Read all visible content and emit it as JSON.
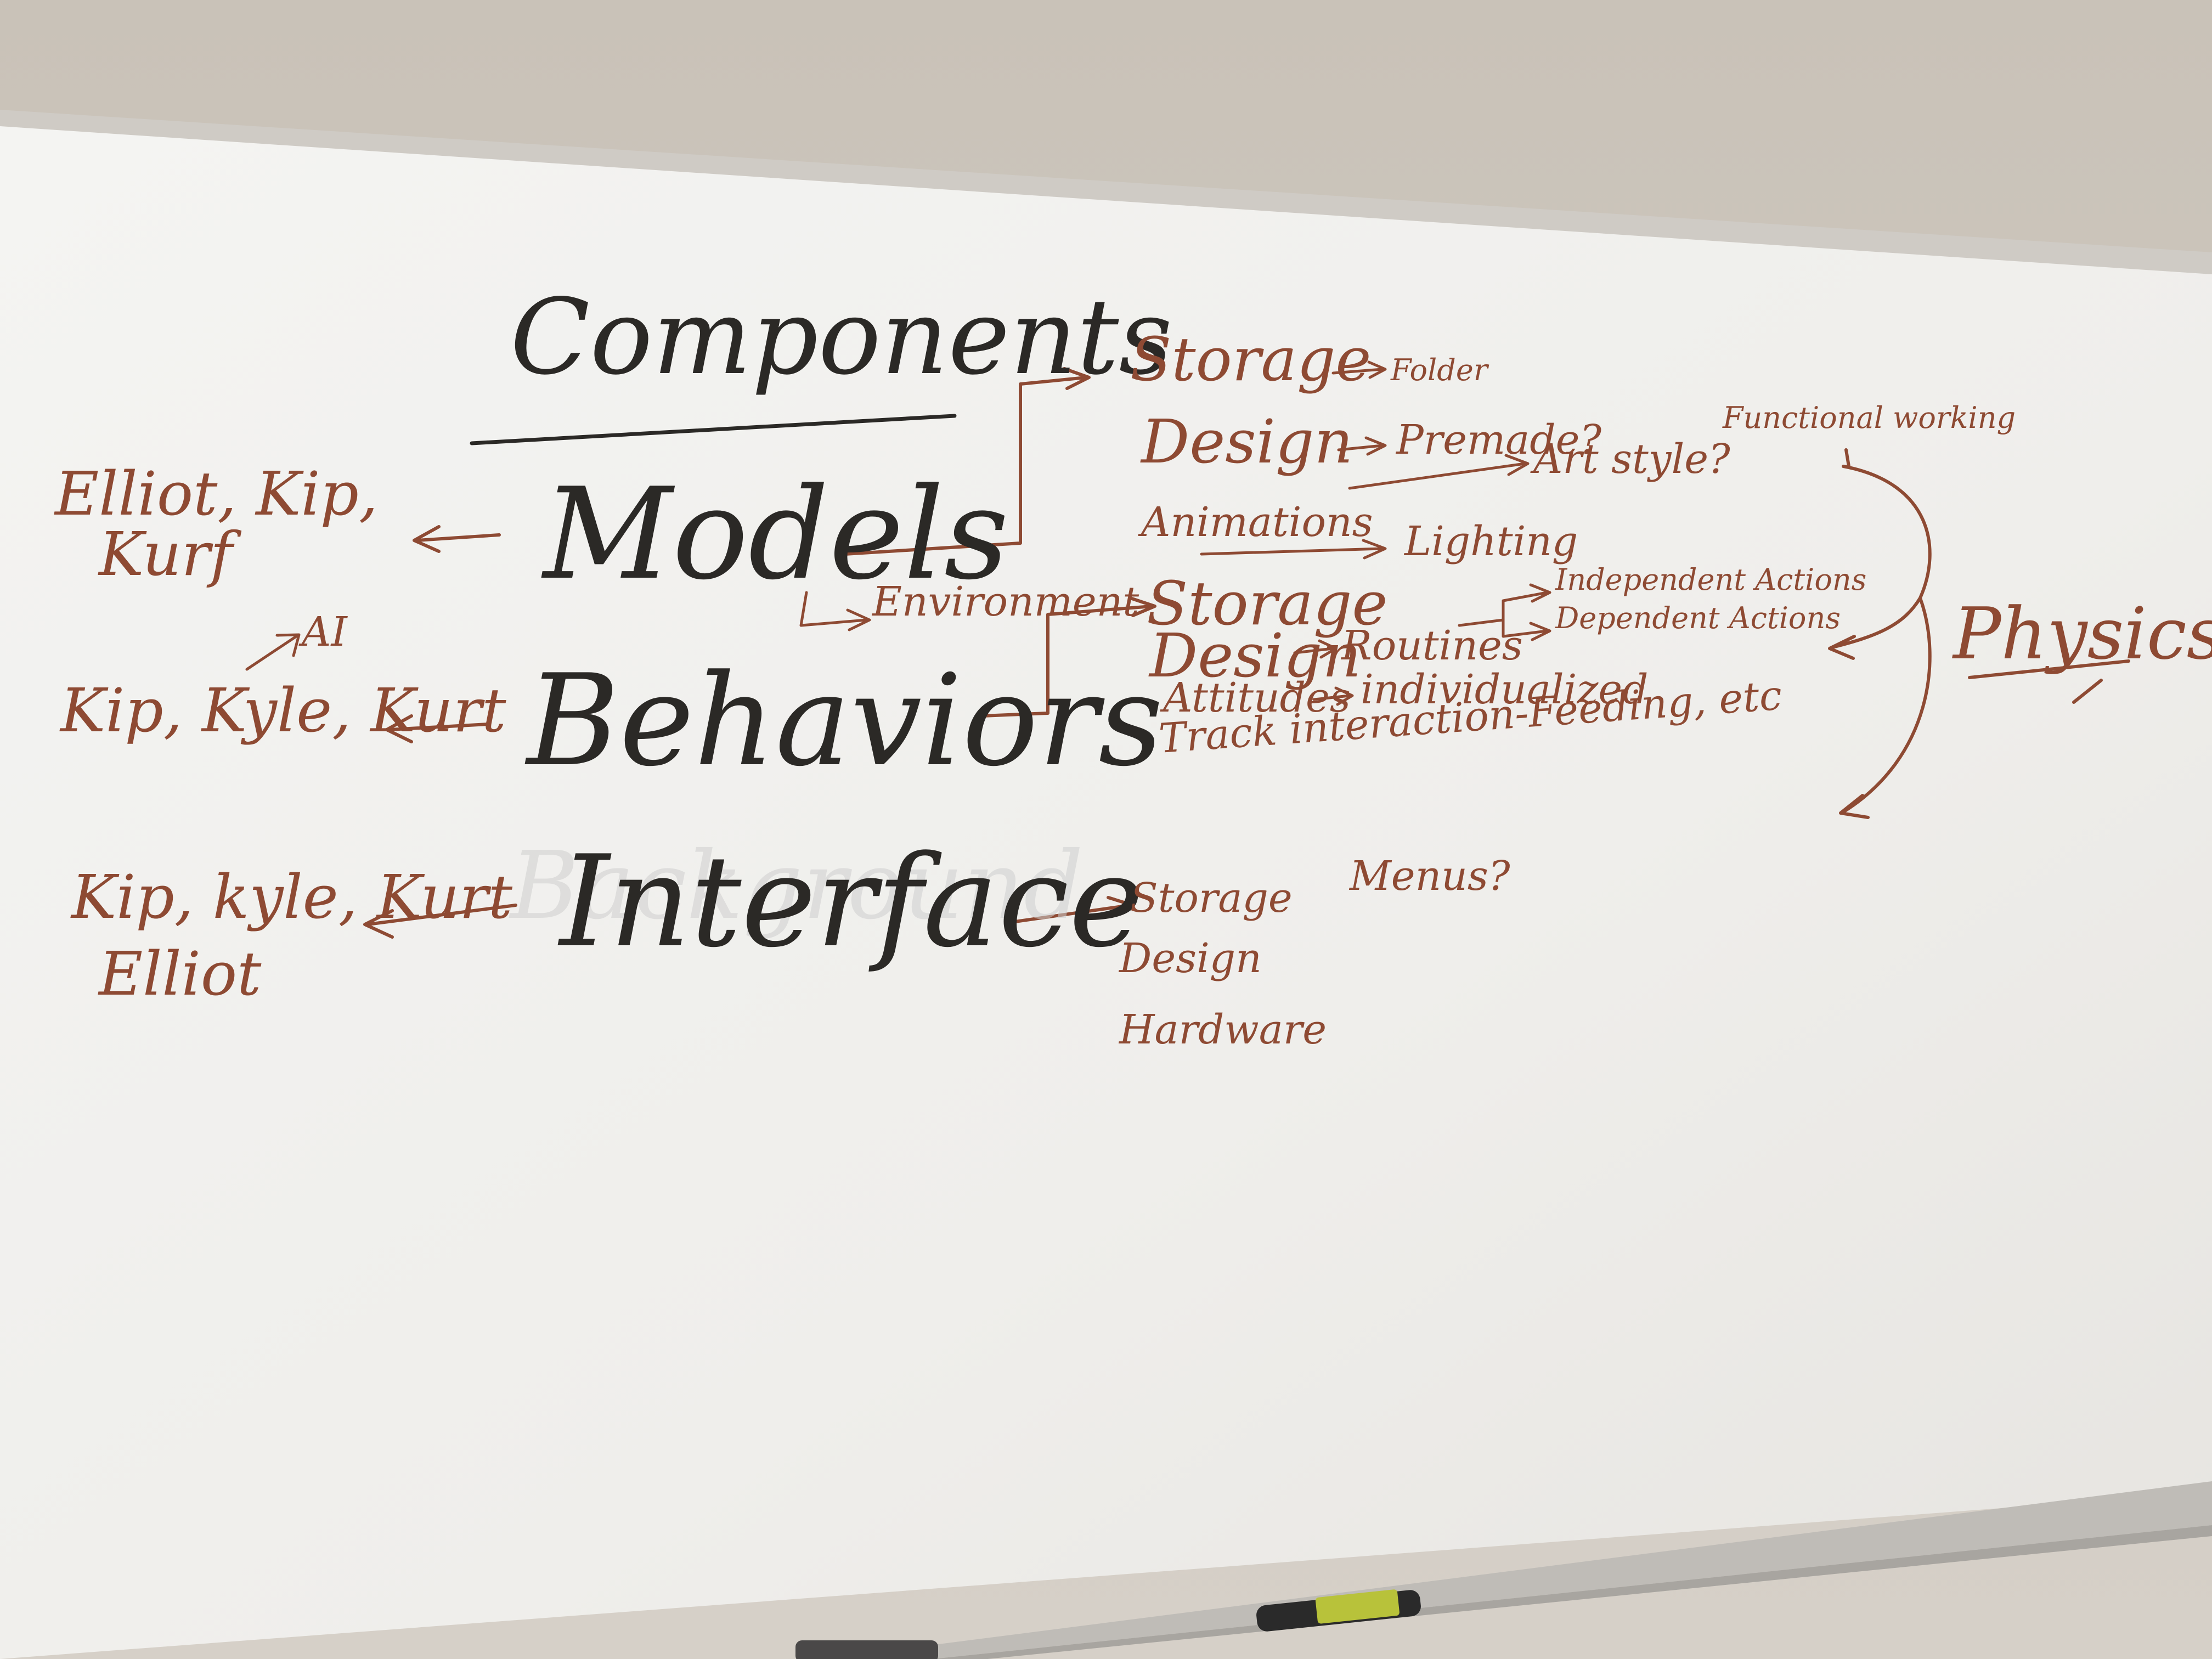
{
  "board": {
    "title": "Components",
    "colors": {
      "black_ink": "#2b2926",
      "red_ink": "#8e4a33",
      "board": "#f3f2ef"
    },
    "rows": [
      {
        "key": "models",
        "label": "Models",
        "people": [
          "Elliot, Kip,",
          "Kurf"
        ],
        "environment": "Environment",
        "details": [
          {
            "label": "Storage",
            "arrow_to": "Folder"
          },
          {
            "label": "Design",
            "arrow_to": "Premade?"
          },
          {
            "label": "Animations",
            "arrow_to": "Lighting"
          }
        ],
        "art_style": "Art style?",
        "functional": "Functional working"
      },
      {
        "key": "behaviors",
        "label": "Behaviors",
        "people": [
          "Kip, Kyle, Kurt"
        ],
        "ai": "AI",
        "details": [
          {
            "label": "Storage"
          },
          {
            "label": "Design",
            "arrow_to": "Routines"
          },
          {
            "label": "Attitudes",
            "arrow_to": "individualized"
          },
          {
            "label": "Track interaction-Feeding, etc"
          }
        ],
        "routine_branches": [
          "Independent Actions",
          "Dependent Actions"
        ]
      },
      {
        "key": "interface",
        "label": "Interface",
        "people": [
          "Kip, kyle, Kurt",
          "Elliot"
        ],
        "details": [
          "Storage",
          "Design",
          "Hardware"
        ],
        "menus": "Menus?",
        "ghost_text": "Background"
      }
    ],
    "physics": "Physics"
  }
}
